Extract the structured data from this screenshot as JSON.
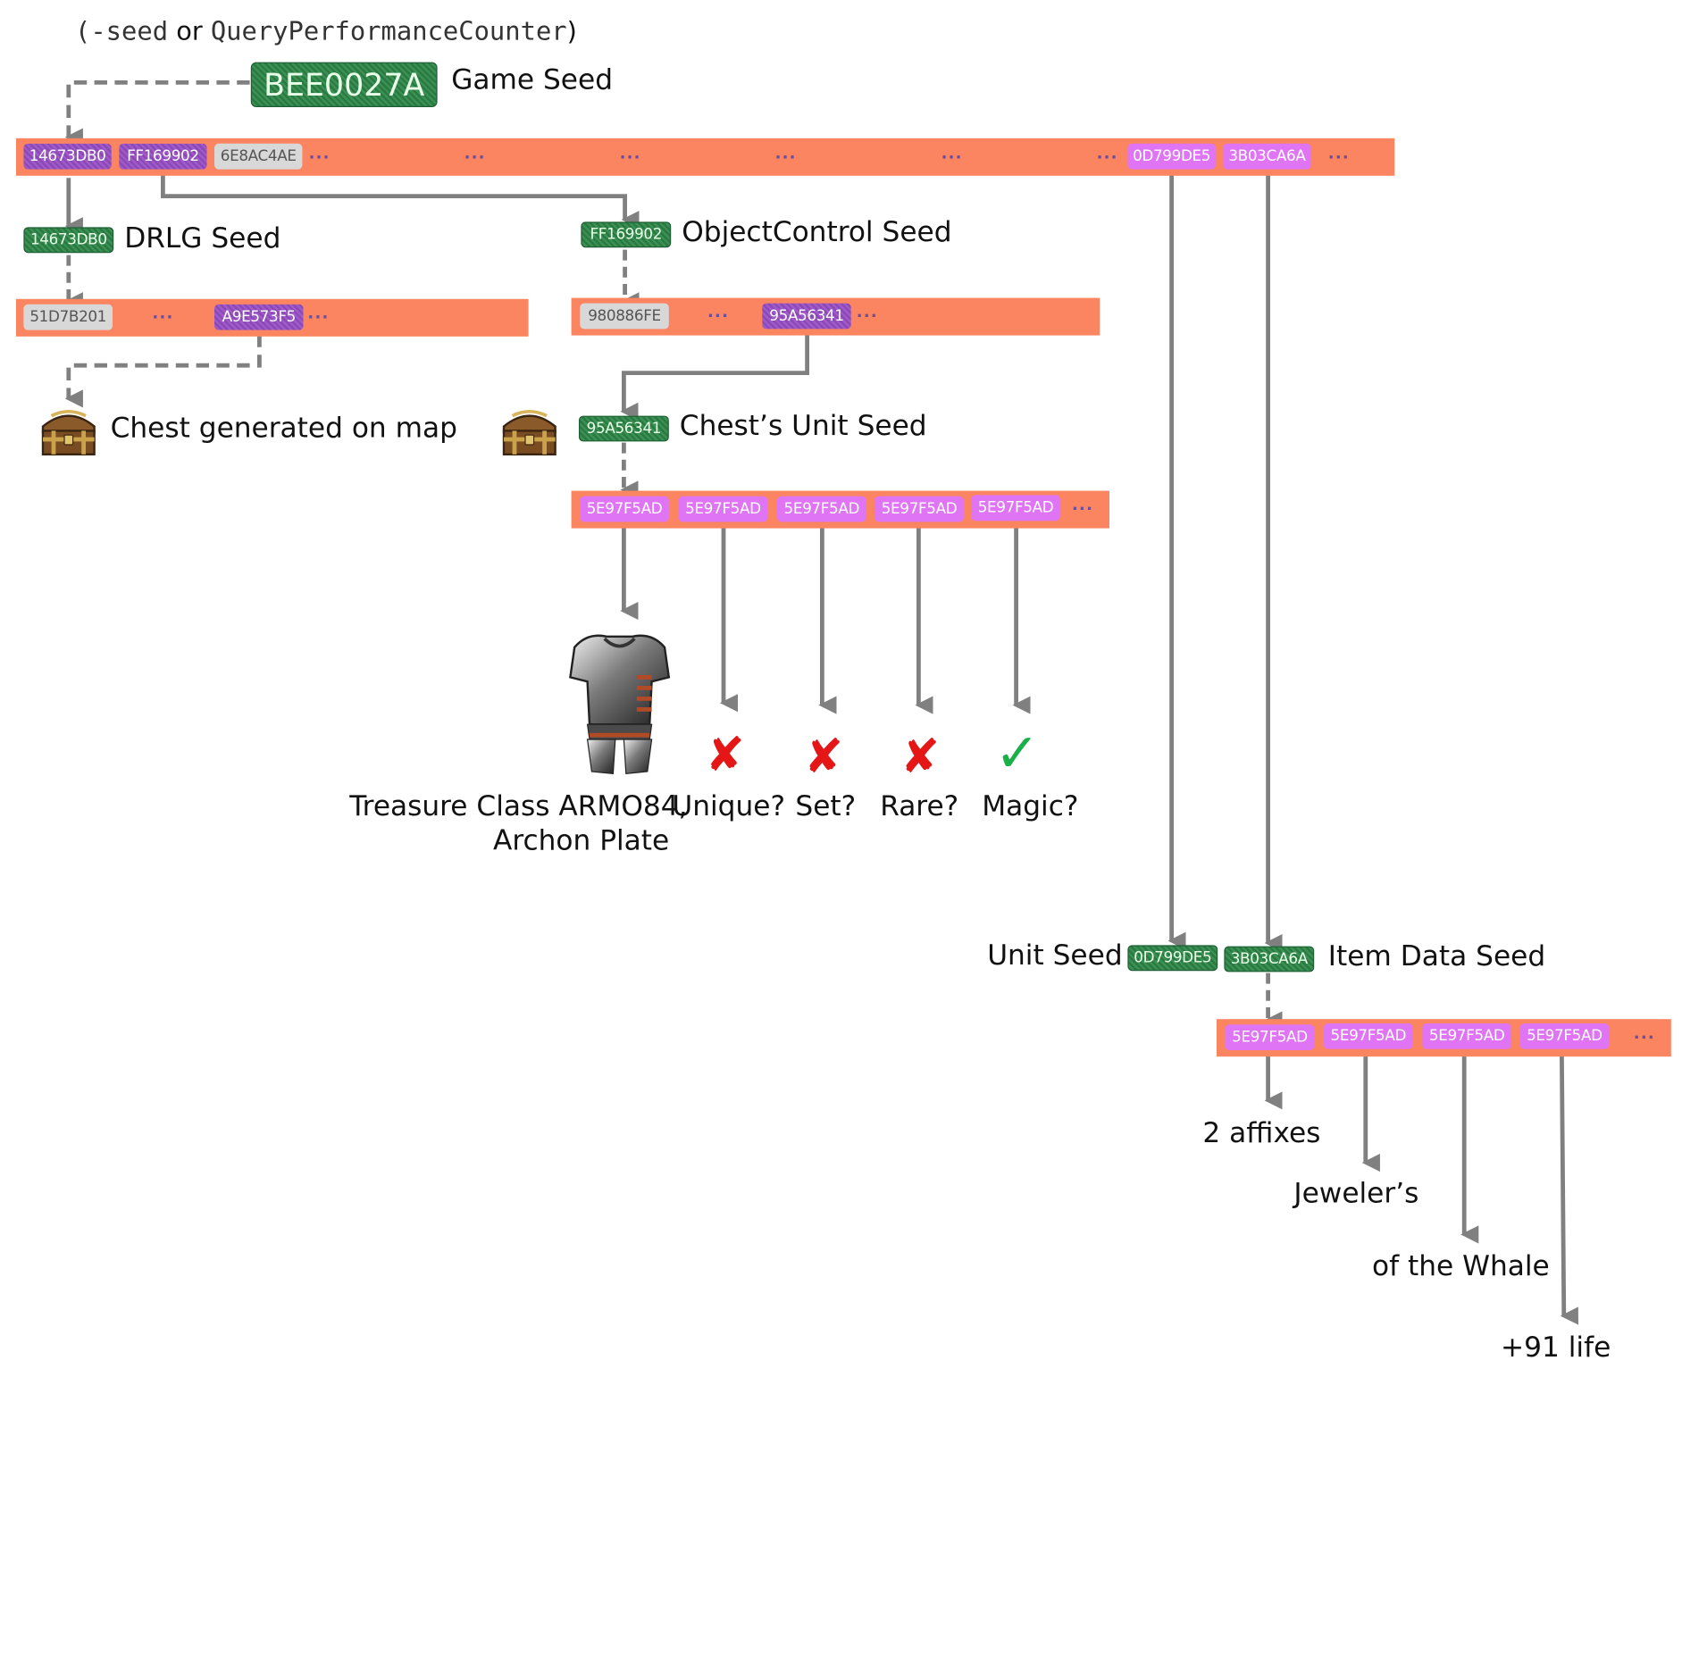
{
  "header": {
    "paren_open": "(",
    "seed_flag": "-seed",
    "or_word": " or ",
    "qpc": "QueryPerformanceCounter",
    "paren_close": ")"
  },
  "game_seed": {
    "value": "BEE0027A",
    "label": "Game Seed"
  },
  "top_band": {
    "tags": [
      "14673DB0",
      "FF169902",
      "6E8AC4AE",
      "0D799DE5",
      "3B03CA6A"
    ],
    "ellipsis": "..."
  },
  "drlg": {
    "seed": "14673DB0",
    "label": "DRLG Seed",
    "band_tags": [
      "51D7B201",
      "A9E573F5"
    ],
    "result_label": "Chest generated on map"
  },
  "object_control": {
    "seed": "FF169902",
    "label": "ObjectControl Seed",
    "band_tags": [
      "980886FE",
      "95A56341"
    ]
  },
  "chest_unit": {
    "seed": "95A56341",
    "label": "Chest’s Unit Seed",
    "band_tags": [
      "5E97F5AD",
      "5E97F5AD",
      "5E97F5AD",
      "5E97F5AD",
      "5E97F5AD"
    ]
  },
  "outcomes": {
    "treasure_line1": "Treasure Class ARMO84,",
    "treasure_line2": "Archon Plate",
    "checks": [
      {
        "label": "Unique?",
        "result": "no",
        "symbol": "✘"
      },
      {
        "label": "Set?",
        "result": "no",
        "symbol": "✘"
      },
      {
        "label": "Rare?",
        "result": "no",
        "symbol": "✘"
      },
      {
        "label": "Magic?",
        "result": "yes",
        "symbol": "✓"
      }
    ]
  },
  "item": {
    "unit_seed_label": "Unit Seed",
    "unit_seed": "0D799DE5",
    "item_data_seed": "3B03CA6A",
    "item_data_label": "Item Data Seed",
    "band_tags": [
      "5E97F5AD",
      "5E97F5AD",
      "5E97F5AD",
      "5E97F5AD"
    ],
    "results": [
      "2 affixes",
      "Jeweler’s",
      "of the Whale",
      "+91 life"
    ]
  },
  "icons": {
    "chest": "treasure-chest-icon",
    "armor": "archon-plate-armor-icon"
  },
  "colors": {
    "band": "#fb8461",
    "pink_seed": "#df75f4",
    "purple_seed": "#9b51c9",
    "gray_seed": "#d8d8d8",
    "green_seed": "#2f8a4a",
    "arrow": "#808080",
    "cross": "#e41616",
    "check": "#19b147"
  }
}
